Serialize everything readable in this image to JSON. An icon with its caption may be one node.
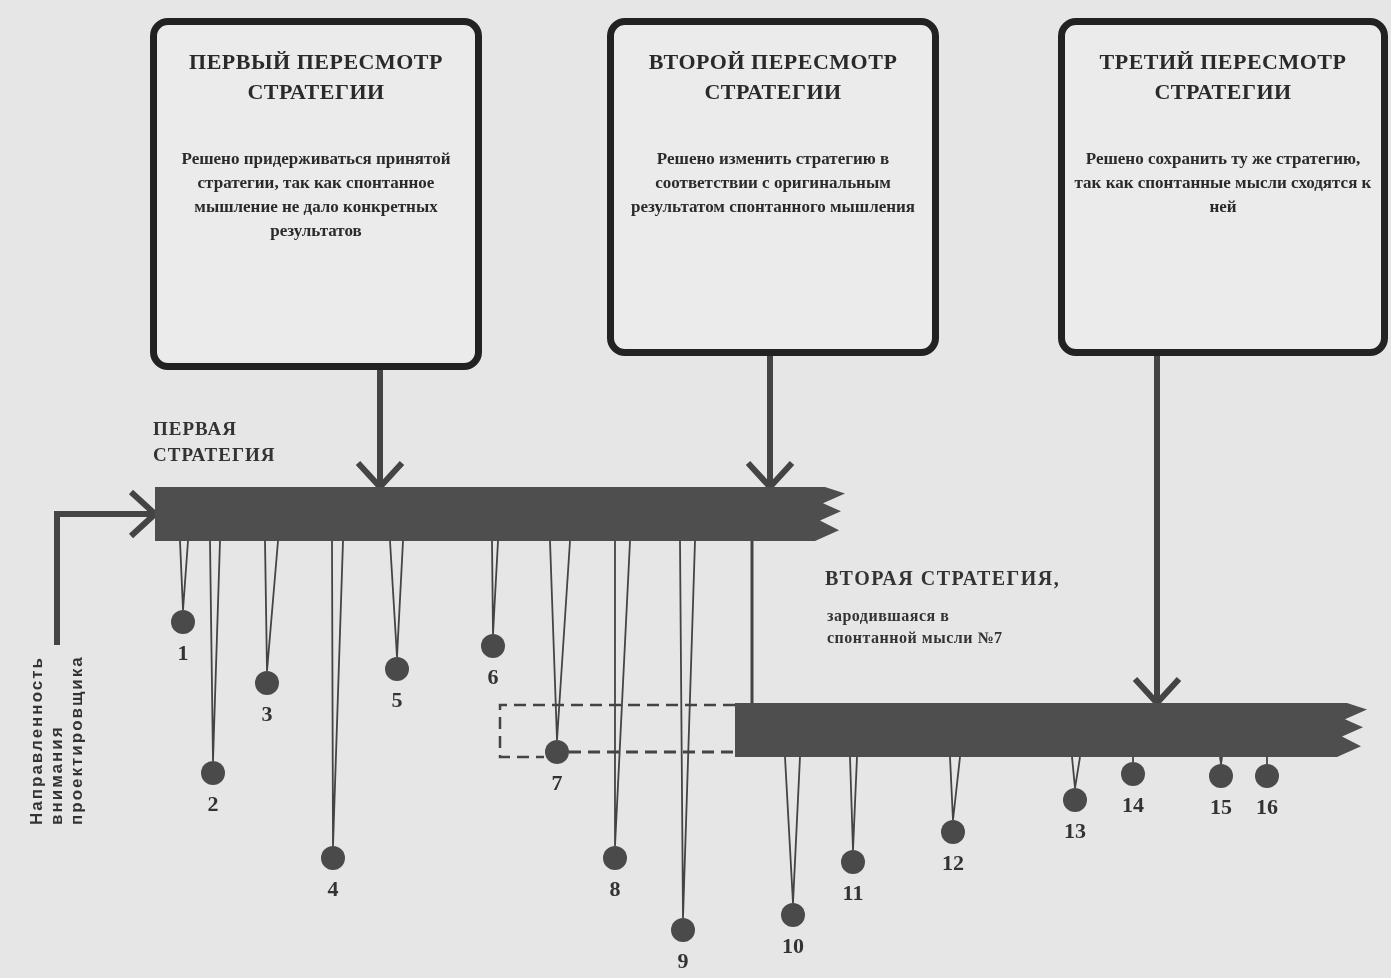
{
  "diagram": {
    "nodes": [
      {
        "text": [
          "ПЕРВЫЙ ПЕРЕСМОТР СТРАТЕГИИ",
          "Решено придерживаться принятой стратегии, так как спонтанное мышление не дало конкретных результатов"
        ]
      },
      {
        "text": [
          "ВТОРОЙ ПЕРЕСМОТР СТРАТЕГИИ",
          "Решено изменить стратегию в соответствии с оригинальным результатом спонтанного мышления"
        ]
      },
      {
        "text": [
          "ТРЕТИЙ ПЕРЕСМОТР СТРАТЕГИИ",
          "Решено сохранить ту же стратегию, так как спонтанные мысли сходятся к ней"
        ]
      },
      {
        "text": [],
        "shape": "bar",
        "beside": [
          "ПЕРВАЯ СТРАТЕГИЯ"
        ]
      },
      {
        "text": [],
        "shape": "bar",
        "beside": [
          "ВТОРАЯ СТРАТЕГИЯ,",
          "зародившаяся в спонтанной мысли №7"
        ]
      },
      {
        "text": [],
        "shape": "circle",
        "beside": [
          "1"
        ]
      },
      {
        "text": [],
        "shape": "circle",
        "beside": [
          "2"
        ]
      },
      {
        "text": [],
        "shape": "circle",
        "beside": [
          "3"
        ]
      },
      {
        "text": [],
        "shape": "circle",
        "beside": [
          "4"
        ]
      },
      {
        "text": [],
        "shape": "circle",
        "beside": [
          "5"
        ]
      },
      {
        "text": [],
        "shape": "circle",
        "beside": [
          "6"
        ]
      },
      {
        "text": [],
        "shape": "circle",
        "beside": [
          "7"
        ]
      },
      {
        "text": [],
        "shape": "circle",
        "beside": [
          "8"
        ]
      },
      {
        "text": [],
        "shape": "circle",
        "beside": [
          "9"
        ]
      },
      {
        "text": [],
        "shape": "circle",
        "beside": [
          "10"
        ]
      },
      {
        "text": [],
        "shape": "circle",
        "beside": [
          "11"
        ]
      },
      {
        "text": [],
        "shape": "circle",
        "beside": [
          "12"
        ]
      },
      {
        "text": [],
        "shape": "circle",
        "beside": [
          "13"
        ]
      },
      {
        "text": [],
        "shape": "circle",
        "beside": [
          "14"
        ]
      },
      {
        "text": [],
        "shape": "circle",
        "beside": [
          "15"
        ]
      },
      {
        "text": [],
        "shape": "circle",
        "beside": [
          "16"
        ]
      },
      {
        "text": [
          "Направленность внимания проектировщика"
        ]
      }
    ],
    "edges": [
      {
        "from": 0,
        "to": 3,
        "arrow": "to",
        "style": "thick"
      },
      {
        "from": 1,
        "to": 3,
        "arrow": "to",
        "style": "thick"
      },
      {
        "from": 2,
        "to": 4,
        "arrow": "to",
        "style": "thick"
      },
      {
        "from": 21,
        "to": 3,
        "arrow": "to",
        "style": "thick"
      },
      {
        "from": 3,
        "to": 5,
        "arrow": "none"
      },
      {
        "from": 3,
        "to": 6,
        "arrow": "none"
      },
      {
        "from": 3,
        "to": 7,
        "arrow": "none"
      },
      {
        "from": 3,
        "to": 8,
        "arrow": "none"
      },
      {
        "from": 3,
        "to": 9,
        "arrow": "none"
      },
      {
        "from": 3,
        "to": 10,
        "arrow": "none"
      },
      {
        "from": 3,
        "to": 11,
        "arrow": "none"
      },
      {
        "from": 3,
        "to": 12,
        "arrow": "none"
      },
      {
        "from": 3,
        "to": 13,
        "arrow": "none"
      },
      {
        "from": 3,
        "to": 4,
        "arrow": "none"
      },
      {
        "from": 11,
        "to": 4,
        "arrow": "none",
        "style": "dashed"
      },
      {
        "from": 4,
        "to": 14,
        "arrow": "none"
      },
      {
        "from": 4,
        "to": 15,
        "arrow": "none"
      },
      {
        "from": 4,
        "to": 16,
        "arrow": "none"
      },
      {
        "from": 4,
        "to": 17,
        "arrow": "none"
      },
      {
        "from": 4,
        "to": 18,
        "arrow": "none"
      },
      {
        "from": 4,
        "to": 19,
        "arrow": "none"
      },
      {
        "from": 4,
        "to": 20,
        "arrow": "none"
      }
    ]
  }
}
